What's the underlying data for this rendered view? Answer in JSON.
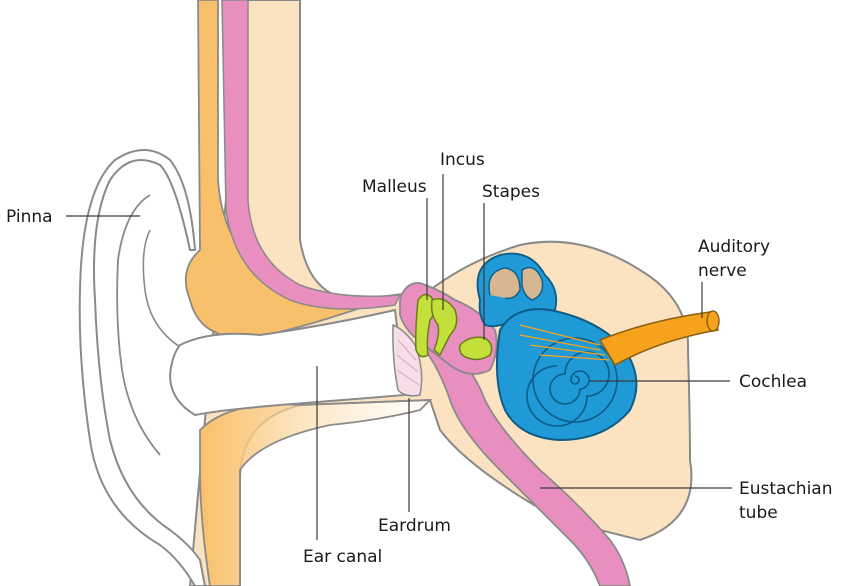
{
  "diagram": {
    "labels": {
      "pinna": "Pinna",
      "malleus": "Malleus",
      "incus": "Incus",
      "stapes": "Stapes",
      "auditory_nerve_line1": "Auditory",
      "auditory_nerve_line2": "nerve",
      "cochlea": "Cochlea",
      "eustachian_line1": "Eustachian",
      "eustachian_line2": "tube",
      "eardrum": "Eardrum",
      "ear_canal": "Ear canal"
    },
    "colors": {
      "skin": "#fbe3c2",
      "bone": "#f9c06b",
      "canal_lining": "#e98fc0",
      "ossicles": "#c3e03a",
      "cochlea": "#1f9ad6",
      "nerve": "#f7a21d",
      "outline": "#8a8a8a",
      "eardrum": "#f6dde8"
    }
  }
}
